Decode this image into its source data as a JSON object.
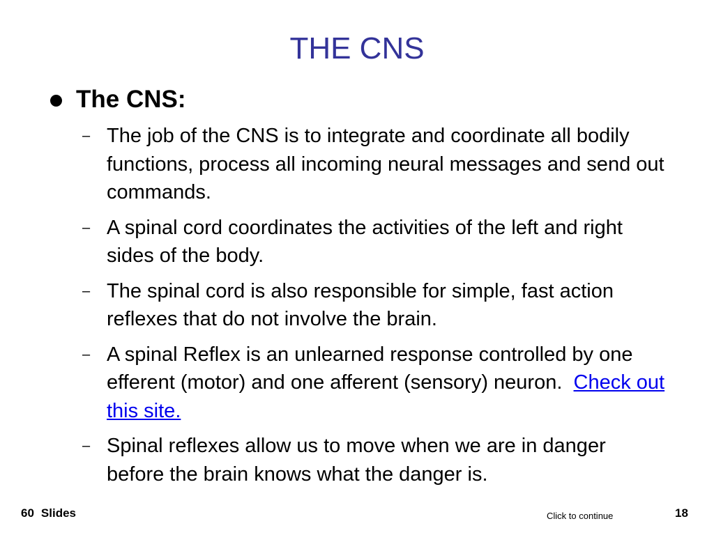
{
  "slide": {
    "title": "THE CNS",
    "bullet": "The CNS:",
    "sub_bullets": [
      {
        "text": "The job of the CNS is to integrate and coordinate all bodily functions, process all incoming neural messages and send out commands."
      },
      {
        "text": "A spinal cord coordinates the activities of the left and right sides of the body."
      },
      {
        "text": "The spinal cord is also responsible for simple, fast action reflexes that do not involve the brain."
      },
      {
        "text": "A spinal Reflex is an unlearned response controlled by one efferent (motor) and one afferent (sensory) neuron.",
        "link": "Check out this site."
      },
      {
        "text": "Spinal reflexes allow us to move when we are in danger before the brain knows what the danger is."
      }
    ],
    "dash_symbol": "–"
  },
  "footer": {
    "slide_count": "60",
    "slides_label": "Slides",
    "continue_label": "Click to continue",
    "page_number": "18"
  },
  "colors": {
    "title": "#333399",
    "text": "#000000",
    "link": "#0000ee",
    "background": "#ffffff"
  }
}
